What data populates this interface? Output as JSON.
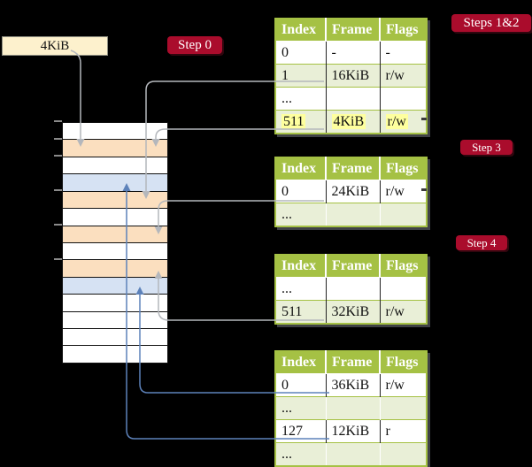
{
  "size_box": {
    "label": "4KiB"
  },
  "badges": {
    "step0": "Step 0",
    "steps12": "Steps 1&2",
    "step3": "Step 3",
    "step4": "Step 4"
  },
  "memory_column": {
    "rows": [
      "white",
      "orange",
      "white",
      "blue",
      "orange",
      "white",
      "orange",
      "white",
      "orange",
      "blue",
      "white",
      "white",
      "white",
      "white"
    ]
  },
  "tables": [
    {
      "id": "level-1",
      "headers": [
        "Index",
        "Frame",
        "Flags"
      ],
      "rows": [
        {
          "cells": [
            "0",
            "-",
            "-"
          ],
          "shade": "white",
          "highlight": false
        },
        {
          "cells": [
            "1",
            "16KiB",
            "r/w"
          ],
          "shade": "green",
          "highlight": false
        },
        {
          "cells": [
            "...",
            "",
            ""
          ],
          "shade": "white",
          "highlight": false
        },
        {
          "cells": [
            "511",
            "4KiB",
            "r/w"
          ],
          "shade": "green",
          "highlight": true
        }
      ]
    },
    {
      "id": "level-2",
      "headers": [
        "Index",
        "Frame",
        "Flags"
      ],
      "rows": [
        {
          "cells": [
            "0",
            "24KiB",
            "r/w"
          ],
          "shade": "white",
          "highlight": false
        },
        {
          "cells": [
            "...",
            "",
            ""
          ],
          "shade": "green",
          "highlight": false
        }
      ]
    },
    {
      "id": "level-3",
      "headers": [
        "Index",
        "Frame",
        "Flags"
      ],
      "rows": [
        {
          "cells": [
            "...",
            "",
            ""
          ],
          "shade": "white",
          "highlight": false
        },
        {
          "cells": [
            "511",
            "32KiB",
            "r/w"
          ],
          "shade": "green",
          "highlight": false
        }
      ]
    },
    {
      "id": "level-4",
      "headers": [
        "Index",
        "Frame",
        "Flags"
      ],
      "rows": [
        {
          "cells": [
            "0",
            "36KiB",
            "r/w"
          ],
          "shade": "white",
          "highlight": false
        },
        {
          "cells": [
            "...",
            "",
            ""
          ],
          "shade": "green",
          "highlight": false
        },
        {
          "cells": [
            "127",
            "12KiB",
            "r"
          ],
          "shade": "white",
          "highlight": false
        },
        {
          "cells": [
            "...",
            "",
            ""
          ],
          "shade": "green",
          "highlight": false
        }
      ]
    }
  ],
  "colors": {
    "table-green": "#a5c144",
    "row-green": "#e9efd7",
    "row-orange": "#fbdfbf",
    "row-blue": "#d6e2f3",
    "cream": "#fdf1cd",
    "badge-red": "#aa0c2c",
    "highlight-yellow": "#feff9e",
    "arrow-gray": "#b4b7bc",
    "arrow-blue": "#5d82ba",
    "tick-gray": "#8a8a8a"
  }
}
